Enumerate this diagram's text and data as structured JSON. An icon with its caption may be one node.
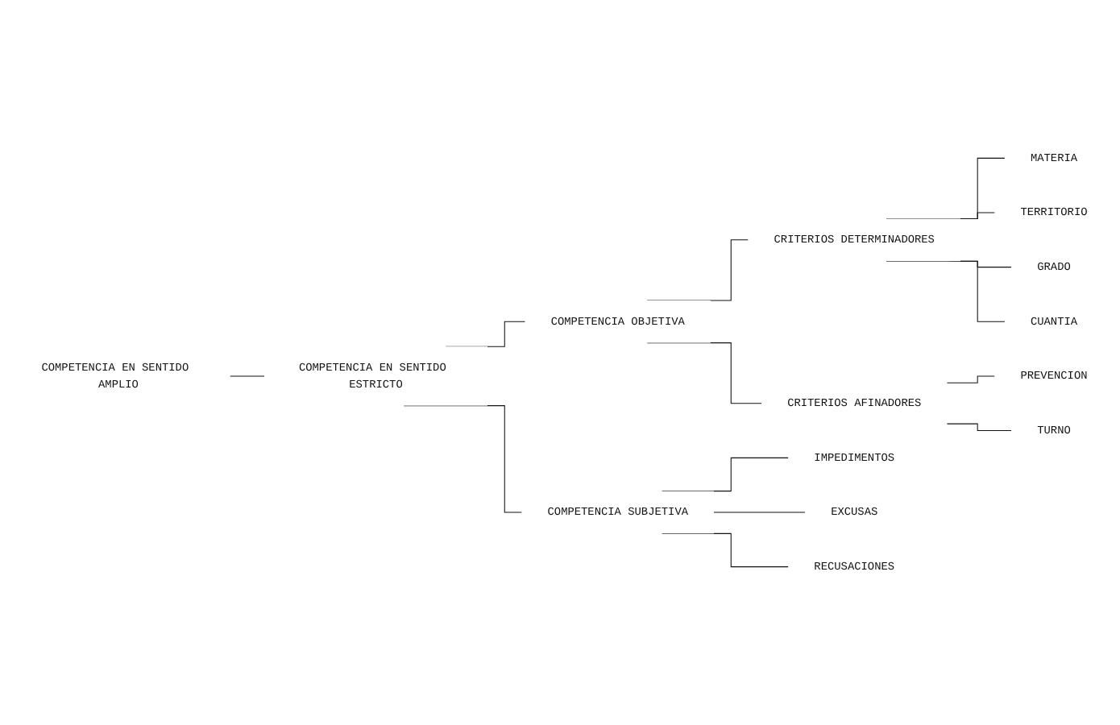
{
  "diagram": {
    "nodes": [
      {
        "text": [
          "COMPETENCIA EN SENTIDO AMPLIO"
        ]
      },
      {
        "text": [
          "COMPETENCIA EN SENTIDO ESTRICTO"
        ]
      },
      {
        "text": [
          "COMPETENCIA OBJETIVA"
        ]
      },
      {
        "text": [
          "CRITERIOS DETERMINADORES"
        ]
      },
      {
        "text": [
          "MATERIA"
        ]
      },
      {
        "text": [
          "TERRITORIO"
        ]
      },
      {
        "text": [
          "GRADO"
        ]
      },
      {
        "text": [
          "CUANTIA"
        ]
      },
      {
        "text": [
          "CRITERIOS AFINADORES"
        ]
      },
      {
        "text": [
          "PREVENCION"
        ]
      },
      {
        "text": [
          "TURNO"
        ]
      },
      {
        "text": [
          "COMPETENCIA SUBJETIVA"
        ]
      },
      {
        "text": [
          "IMPEDIMENTOS"
        ]
      },
      {
        "text": [
          "EXCUSAS"
        ]
      },
      {
        "text": [
          "RECUSACIONES"
        ]
      }
    ],
    "edges": [
      {
        "from": 0,
        "to": 1,
        "arrow": "none"
      },
      {
        "from": 1,
        "to": 2,
        "arrow": "none"
      },
      {
        "from": 1,
        "to": 11,
        "arrow": "none"
      },
      {
        "from": 2,
        "to": 3,
        "arrow": "none"
      },
      {
        "from": 2,
        "to": 8,
        "arrow": "none"
      },
      {
        "from": 3,
        "to": 4,
        "arrow": "none"
      },
      {
        "from": 3,
        "to": 5,
        "arrow": "none"
      },
      {
        "from": 3,
        "to": 6,
        "arrow": "none"
      },
      {
        "from": 3,
        "to": 7,
        "arrow": "none"
      },
      {
        "from": 8,
        "to": 9,
        "arrow": "none"
      },
      {
        "from": 8,
        "to": 10,
        "arrow": "none"
      },
      {
        "from": 11,
        "to": 12,
        "arrow": "none"
      },
      {
        "from": 11,
        "to": 13,
        "arrow": "none"
      },
      {
        "from": 11,
        "to": 14,
        "arrow": "none"
      }
    ]
  }
}
